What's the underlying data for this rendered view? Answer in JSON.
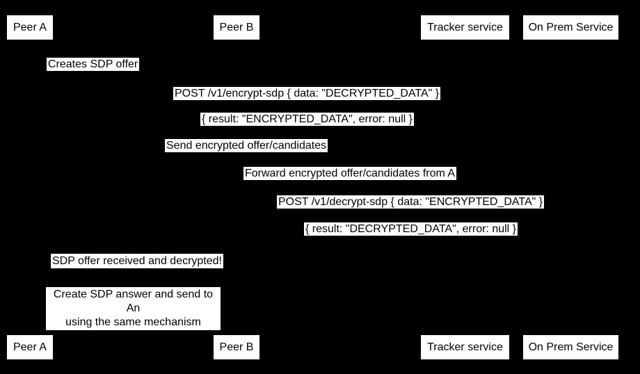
{
  "diagram": {
    "type": "sequence-diagram",
    "colors": {
      "background": "#000000",
      "label_background": "#ffffff",
      "label_text": "#000000"
    },
    "actors": [
      {
        "id": "peer-a",
        "label": "Peer A"
      },
      {
        "id": "peer-b",
        "label": "Peer B"
      },
      {
        "id": "tracker-service",
        "label": "Tracker service"
      },
      {
        "id": "on-prem-service",
        "label": "On Prem Service"
      }
    ],
    "messages": [
      {
        "text": "Creates SDP offer"
      },
      {
        "text": "POST /v1/encrypt-sdp { data: \"DECRYPTED_DATA\" }"
      },
      {
        "text": "{ result: \"ENCRYPTED_DATA\", error: null }"
      },
      {
        "text": "Send encrypted offer/candidates"
      },
      {
        "text": "Forward encrypted offer/candidates from A"
      },
      {
        "text": "POST /v1/decrypt-sdp { data: \"ENCRYPTED_DATA\" }"
      },
      {
        "text": "{ result: \"DECRYPTED_DATA\", error: null }"
      },
      {
        "text": "SDP offer received and decrypted!"
      }
    ],
    "note": {
      "lines": [
        "Create SDP answer and send to An",
        "using the same mechanism"
      ]
    }
  }
}
